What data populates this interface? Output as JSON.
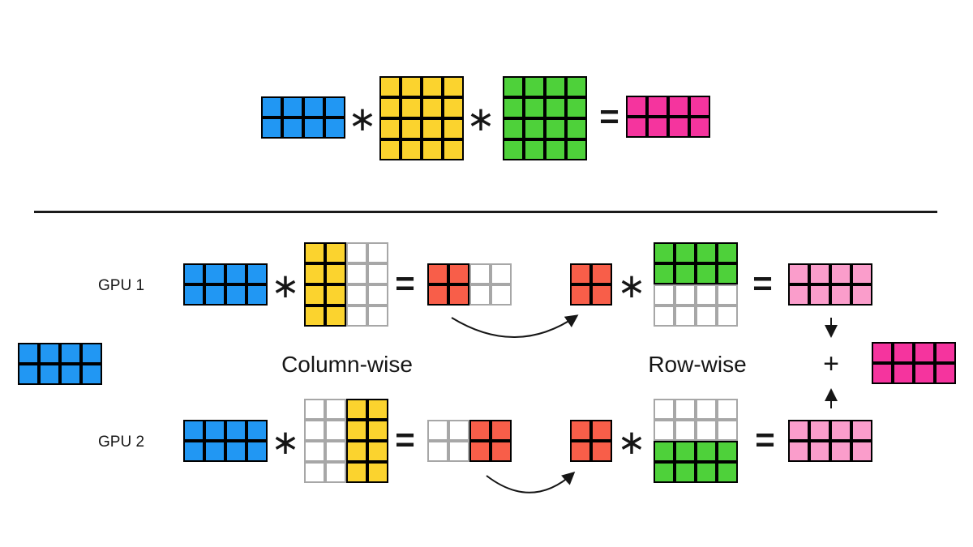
{
  "labels": {
    "gpu1": "GPU 1",
    "gpu2": "GPU 2",
    "column_wise": "Column-wise",
    "row_wise": "Row-wise"
  },
  "operators": {
    "multiply": "∗",
    "equals": "=",
    "plus": "+"
  },
  "colors": {
    "blue": "#2197F3",
    "yellow": "#FBD32E",
    "green": "#4ED13A",
    "magenta": "#F5349E",
    "light_pink": "#FA9DCB",
    "orange": "#F85E49",
    "empty_bg": "#FFFFFF",
    "filled_border": "#000000",
    "empty_border": "#A7A7A7",
    "line": "#161616"
  },
  "matrices": {
    "top_input": {
      "rows": 2,
      "cols": 4,
      "cells": [
        [
          "blue",
          "blue",
          "blue",
          "blue"
        ],
        [
          "blue",
          "blue",
          "blue",
          "blue"
        ]
      ]
    },
    "top_weight_a": {
      "rows": 4,
      "cols": 4,
      "cells": [
        [
          "yellow",
          "yellow",
          "yellow",
          "yellow"
        ],
        [
          "yellow",
          "yellow",
          "yellow",
          "yellow"
        ],
        [
          "yellow",
          "yellow",
          "yellow",
          "yellow"
        ],
        [
          "yellow",
          "yellow",
          "yellow",
          "yellow"
        ]
      ]
    },
    "top_weight_b": {
      "rows": 4,
      "cols": 4,
      "cells": [
        [
          "green",
          "green",
          "green",
          "green"
        ],
        [
          "green",
          "green",
          "green",
          "green"
        ],
        [
          "green",
          "green",
          "green",
          "green"
        ],
        [
          "green",
          "green",
          "green",
          "green"
        ]
      ]
    },
    "top_output": {
      "rows": 2,
      "cols": 4,
      "cells": [
        [
          "magenta",
          "magenta",
          "magenta",
          "magenta"
        ],
        [
          "magenta",
          "magenta",
          "magenta",
          "magenta"
        ]
      ]
    },
    "mid_input": {
      "rows": 2,
      "cols": 4,
      "cells": [
        [
          "blue",
          "blue",
          "blue",
          "blue"
        ],
        [
          "blue",
          "blue",
          "blue",
          "blue"
        ]
      ]
    },
    "gpu1_input": {
      "rows": 2,
      "cols": 4,
      "cells": [
        [
          "blue",
          "blue",
          "blue",
          "blue"
        ],
        [
          "blue",
          "blue",
          "blue",
          "blue"
        ]
      ]
    },
    "gpu1_weight_a_half": {
      "rows": 4,
      "cols": 4,
      "cells": [
        [
          "yellow",
          "yellow",
          "empty",
          "empty"
        ],
        [
          "yellow",
          "yellow",
          "empty",
          "empty"
        ],
        [
          "yellow",
          "yellow",
          "empty",
          "empty"
        ],
        [
          "yellow",
          "yellow",
          "empty",
          "empty"
        ]
      ]
    },
    "gpu1_partial": {
      "rows": 2,
      "cols": 4,
      "cells": [
        [
          "orange",
          "orange",
          "empty",
          "empty"
        ],
        [
          "orange",
          "orange",
          "empty",
          "empty"
        ]
      ]
    },
    "gpu1_activation": {
      "rows": 2,
      "cols": 2,
      "cells": [
        [
          "orange",
          "orange"
        ],
        [
          "orange",
          "orange"
        ]
      ]
    },
    "gpu1_weight_b_half": {
      "rows": 4,
      "cols": 4,
      "cells": [
        [
          "green",
          "green",
          "green",
          "green"
        ],
        [
          "green",
          "green",
          "green",
          "green"
        ],
        [
          "empty",
          "empty",
          "empty",
          "empty"
        ],
        [
          "empty",
          "empty",
          "empty",
          "empty"
        ]
      ]
    },
    "gpu1_output": {
      "rows": 2,
      "cols": 4,
      "cells": [
        [
          "light_pink",
          "light_pink",
          "light_pink",
          "light_pink"
        ],
        [
          "light_pink",
          "light_pink",
          "light_pink",
          "light_pink"
        ]
      ]
    },
    "gpu2_input": {
      "rows": 2,
      "cols": 4,
      "cells": [
        [
          "blue",
          "blue",
          "blue",
          "blue"
        ],
        [
          "blue",
          "blue",
          "blue",
          "blue"
        ]
      ]
    },
    "gpu2_weight_a_half": {
      "rows": 4,
      "cols": 4,
      "cells": [
        [
          "empty",
          "empty",
          "yellow",
          "yellow"
        ],
        [
          "empty",
          "empty",
          "yellow",
          "yellow"
        ],
        [
          "empty",
          "empty",
          "yellow",
          "yellow"
        ],
        [
          "empty",
          "empty",
          "yellow",
          "yellow"
        ]
      ]
    },
    "gpu2_partial": {
      "rows": 2,
      "cols": 4,
      "cells": [
        [
          "empty",
          "empty",
          "orange",
          "orange"
        ],
        [
          "empty",
          "empty",
          "orange",
          "orange"
        ]
      ]
    },
    "gpu2_activation": {
      "rows": 2,
      "cols": 2,
      "cells": [
        [
          "orange",
          "orange"
        ],
        [
          "orange",
          "orange"
        ]
      ]
    },
    "gpu2_weight_b_half": {
      "rows": 4,
      "cols": 4,
      "cells": [
        [
          "empty",
          "empty",
          "empty",
          "empty"
        ],
        [
          "empty",
          "empty",
          "empty",
          "empty"
        ],
        [
          "green",
          "green",
          "green",
          "green"
        ],
        [
          "green",
          "green",
          "green",
          "green"
        ]
      ]
    },
    "gpu2_output": {
      "rows": 2,
      "cols": 4,
      "cells": [
        [
          "light_pink",
          "light_pink",
          "light_pink",
          "light_pink"
        ],
        [
          "light_pink",
          "light_pink",
          "light_pink",
          "light_pink"
        ]
      ]
    },
    "final_output": {
      "rows": 2,
      "cols": 4,
      "cells": [
        [
          "magenta",
          "magenta",
          "magenta",
          "magenta"
        ],
        [
          "magenta",
          "magenta",
          "magenta",
          "magenta"
        ]
      ]
    }
  }
}
